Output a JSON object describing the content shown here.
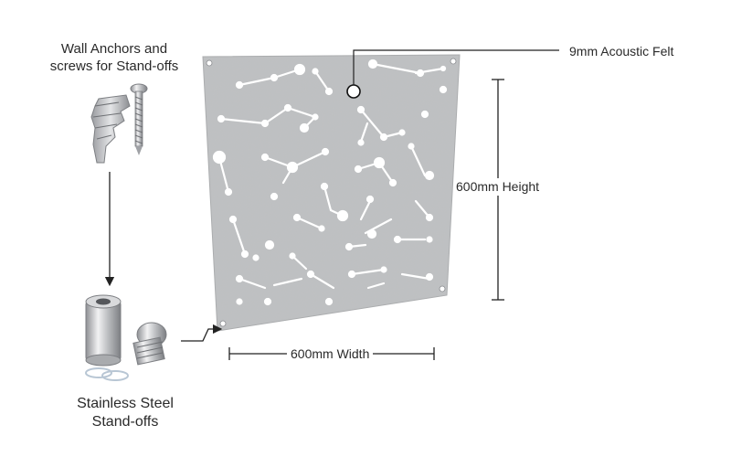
{
  "labels": {
    "anchors_line1": "Wall Anchors and",
    "anchors_line2": "screws for Stand-offs",
    "standoffs_line1": "Stainless Steel",
    "standoffs_line2": "Stand-offs",
    "felt": "9mm Acoustic Felt",
    "height": "600mm Height",
    "width": "600mm Width"
  },
  "colors": {
    "panel": "#bfc1c3",
    "panel_edge": "#a9abad",
    "pattern": "#ffffff",
    "arrow": "#222222",
    "steel_light": "#e6e7e8",
    "steel_dark": "#8e9094"
  }
}
